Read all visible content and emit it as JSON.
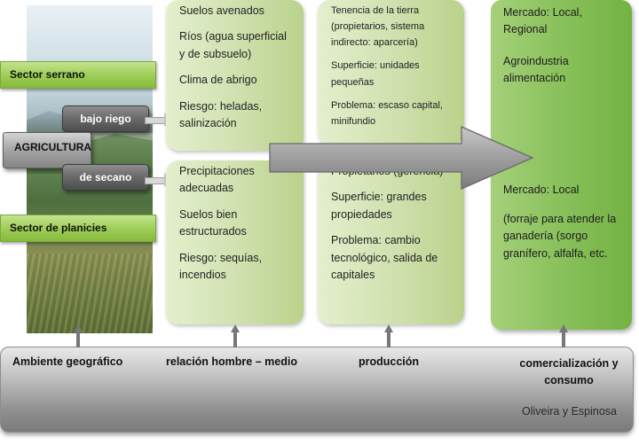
{
  "left": {
    "sector_serrano": "Sector serrano",
    "sector_planicies": "Sector de planicies",
    "agricultura": "AGRICULTURA",
    "bajo_riego": "bajo riego",
    "de_secano": "de secano"
  },
  "relacion": {
    "top": [
      "Suelos avenados",
      "Ríos (agua superficial y de subsuelo)",
      "Clima de abrigo",
      "Riesgo: heladas, salinización"
    ],
    "bottom": [
      "Precipitaciones adecuadas",
      "Suelos bien estructurados",
      "Riesgo: sequías, incendios"
    ]
  },
  "produccion": {
    "top": [
      "Tenencia de la tierra (propietarios, sistema indirecto: aparcería)",
      "Superficie: unidades pequeñas",
      "Problema: escaso capital, minifundio"
    ],
    "bottom": [
      "Propietarios (gerencia)",
      "Superficie: grandes propiedades",
      "Problema: cambio tecnológico, salida de capitales"
    ]
  },
  "comercializacion": {
    "top": [
      "Mercado: Local, Regional",
      "Agroindustria alimentación"
    ],
    "bottom": [
      "Mercado:  Local",
      "(forraje para atender la ganadería (sorgo granífero, alfalfa, etc."
    ]
  },
  "bottom_bar": {
    "labels": [
      "Ambiente geográfico",
      "relación hombre – medio",
      "producción",
      "comercialización y consumo"
    ],
    "credit": "Oliveira y Espinosa"
  },
  "colors": {
    "green_label": "#9ccc54",
    "light_green_box": "#cfe0ad",
    "market_green": "#8bc25e",
    "gray": "#6b6b6b"
  }
}
